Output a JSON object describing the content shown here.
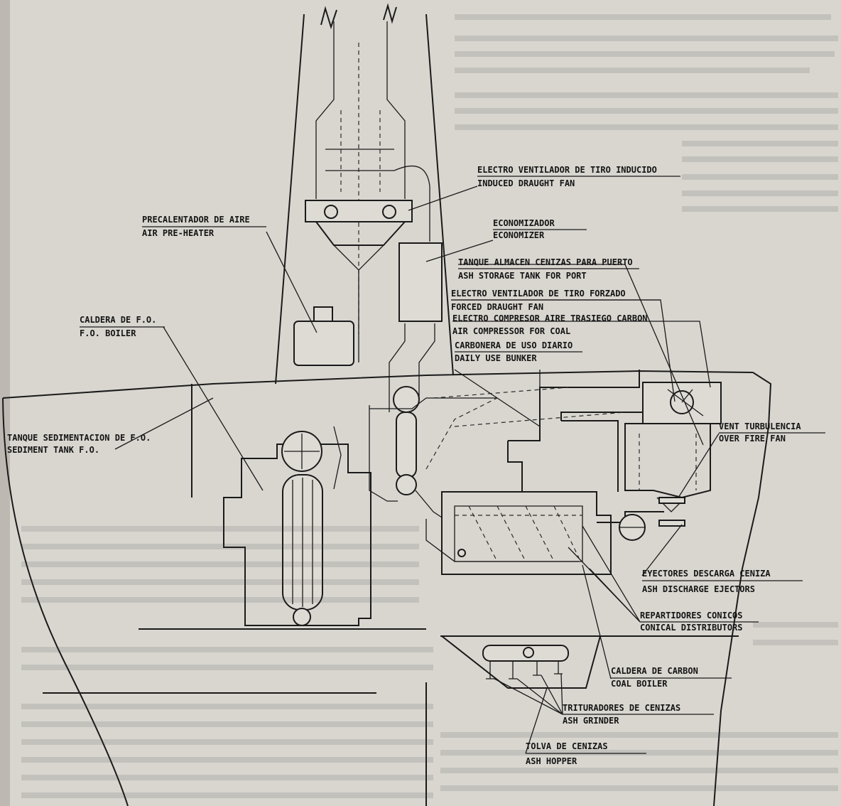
{
  "labels": {
    "induced_fan_es": "ELECTRO VENTILADOR DE TIRO INDUCIDO",
    "induced_fan_en": "INDUCED DRAUGHT FAN",
    "economizer_es": "ECONOMIZADOR",
    "economizer_en": "ECONOMIZER",
    "air_preheater_es": "PRECALENTADOR DE AIRE",
    "air_preheater_en": "AIR PRE-HEATER",
    "ash_tank_es": "TANQUE ALMACEN CENIZAS PARA PUERTO",
    "ash_tank_en": "ASH STORAGE TANK FOR PORT",
    "forced_fan_es": "ELECTRO VENTILADOR DE TIRO FORZADO",
    "forced_fan_en": "FORCED DRAUGHT FAN",
    "compressor_es": "ELECTRO COMPRESOR AIRE TRASIEGO CARBON",
    "compressor_en": "AIR COMPRESSOR FOR COAL",
    "bunker_es": "CARBONERA DE USO DIARIO",
    "bunker_en": "DAILY USE BUNKER",
    "fo_boiler_es": "CALDERA DE F.O.",
    "fo_boiler_en": "F.O. BOILER",
    "sediment_es": "TANQUE SEDIMENTACION DE F.O.",
    "sediment_en": "SEDIMENT TANK F.O.",
    "over_fire_es": "VENT TURBULENCIA",
    "over_fire_en": "OVER FIRE FAN",
    "ejectors_es": "EYECTORES DESCARGA CENIZA",
    "ejectors_en": "ASH DISCHARGE EJECTORS",
    "distributors_es": "REPARTIDORES CONICOS",
    "distributors_en": "CONICAL DISTRIBUTORS",
    "coal_boiler_es": "CALDERA DE CARBON",
    "coal_boiler_en": "COAL BOILER",
    "grinder_es": "TRITURADORES DE CENIZAS",
    "grinder_en": "ASH GRINDER",
    "hopper_es": "TOLVA DE CENIZAS",
    "hopper_en": "ASH HOPPER"
  },
  "colors": {
    "paper": "#d9d6d0",
    "ink": "#1a1a1a"
  }
}
